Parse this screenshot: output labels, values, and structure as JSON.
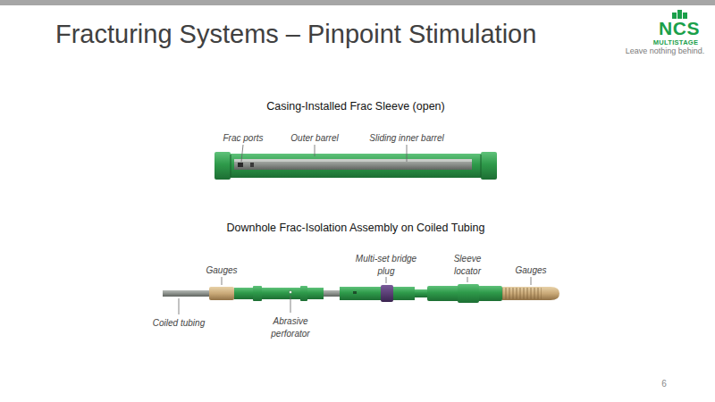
{
  "diagram": {
    "title": "Fracturing Systems – Pinpoint Stimulation",
    "labels": [
      "NCS",
      "MULTISTAGE",
      "Leave nothing behind.",
      "Casing-Installed Frac Sleeve (open)",
      "Frac ports",
      "Outer barrel",
      "Sliding inner barrel",
      "Downhole Frac-Isolation Assembly on Coiled Tubing",
      "Gauges",
      "Multi-set bridge plug",
      "Sleeve locator",
      "Gauges",
      "Coiled tubing",
      "Abrasive perforator",
      "6"
    ]
  }
}
